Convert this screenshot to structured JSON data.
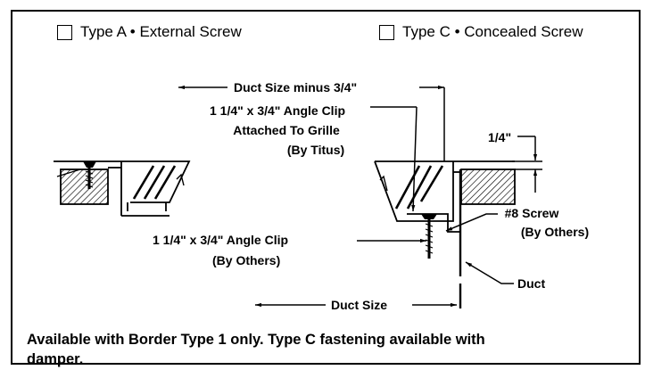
{
  "options": [
    {
      "label": "Type A • External Screw",
      "checked": false
    },
    {
      "label": "Type C • Concealed Screw",
      "checked": false
    }
  ],
  "labels": {
    "duct_size_minus": "Duct Size minus 3/4\"",
    "angle_clip_grille": [
      "1 1/4\" x 3/4\" Angle Clip",
      "Attached To Grille",
      "(By Titus)"
    ],
    "quarter_inch": "1/4\"",
    "screw": [
      "#8 Screw",
      "(By Others)"
    ],
    "angle_clip_others": [
      "1 1/4\" x 3/4\" Angle Clip",
      "(By Others)"
    ],
    "duct": "Duct",
    "duct_size": "Duct Size"
  },
  "note": {
    "line1": "Available with Border Type 1 only.  Type C fastening  available with",
    "line2": "damper."
  }
}
